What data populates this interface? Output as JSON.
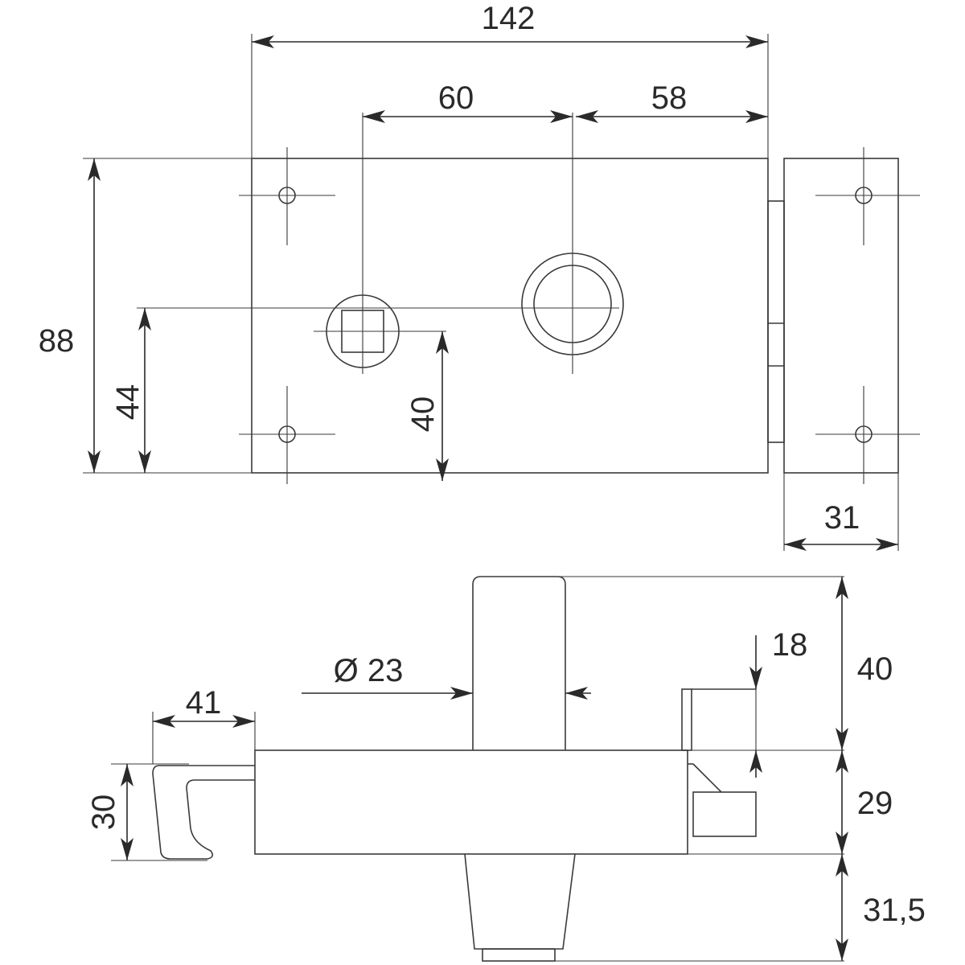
{
  "top_view": {
    "width_total": "142",
    "spindle_to_cylinder": "60",
    "cylinder_to_edge": "58",
    "height_total": "88",
    "spindle_height": "44",
    "lower_offset": "40",
    "keeper_width": "31"
  },
  "side_view": {
    "cylinder_diameter": "Ø 23",
    "hook_width": "41",
    "hook_height": "30",
    "bolt_height": "18",
    "cylinder_top": "40",
    "body_depth": "29",
    "cylinder_bottom": "31,5"
  },
  "colors": {
    "line": "#3a3a3a",
    "background": "#ffffff"
  }
}
